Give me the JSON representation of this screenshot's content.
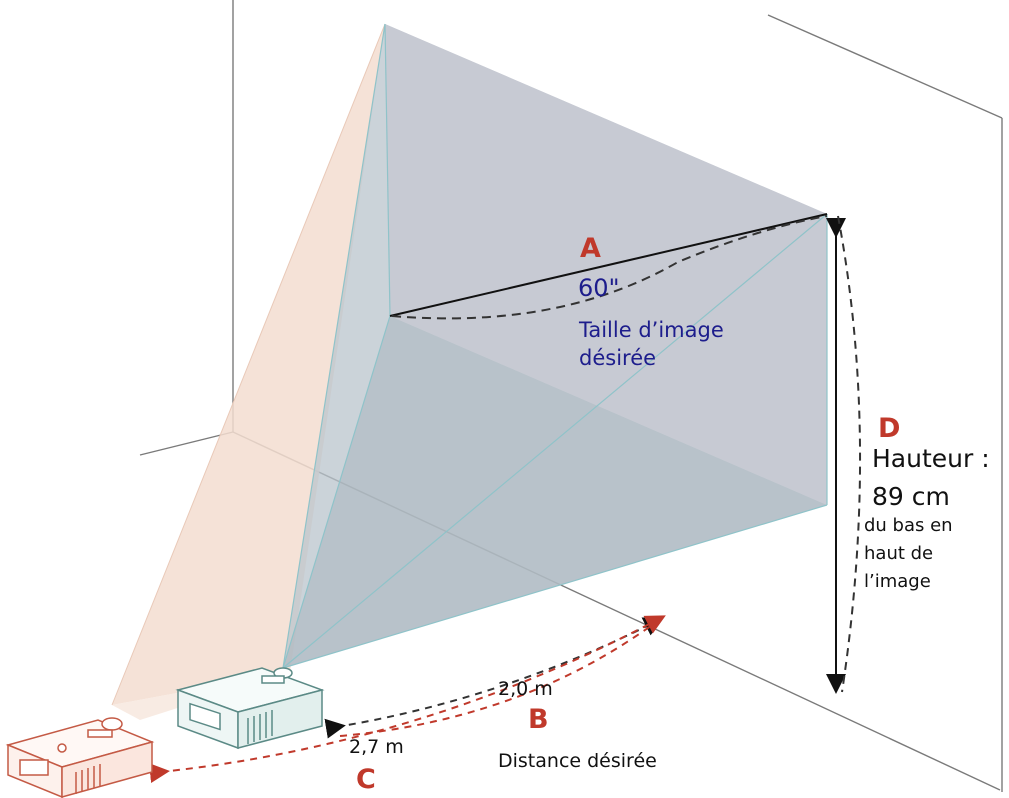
{
  "labels": {
    "a": {
      "letter": "A",
      "value": "60\"",
      "caption_line1": "Taille d’image",
      "caption_line2": "désirée"
    },
    "b": {
      "letter": "B",
      "value": "2,0 m",
      "caption": "Distance désirée"
    },
    "c": {
      "letter": "C",
      "value": "2,7 m"
    },
    "d": {
      "letter": "D",
      "title": "Hauteur :",
      "value": "89 cm",
      "caption_line1": "du bas en",
      "caption_line2": "haut de",
      "caption_line3": "l’image"
    }
  },
  "colors": {
    "letter_red": "#c0392b",
    "text_blue": "#1d1d8c",
    "near_projector": "#5b8a86",
    "far_projector": "#c45a45",
    "beam_near": "#b9c4cc",
    "beam_far": "#f3ddd0",
    "screen": "#c7c9d3",
    "wall_line": "#7a7a7a"
  },
  "icons": {
    "near_projector": "projector-icon",
    "far_projector": "projector-icon"
  }
}
